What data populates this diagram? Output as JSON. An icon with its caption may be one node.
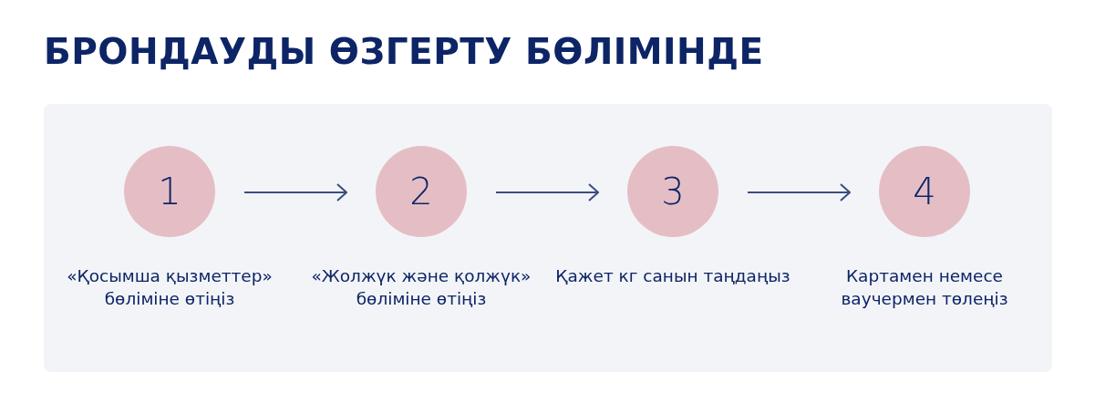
{
  "diagram": {
    "title": "БРОНДАУДЫ ӨЗГЕРТУ БӨЛІМІНДЕ",
    "nodes": [
      {
        "text": [],
        "shape": "box"
      },
      {
        "text": [
          "1"
        ],
        "in": 0,
        "beside": [
          "«Қосымша қызметтер» бөліміне өтіңіз"
        ]
      },
      {
        "text": [
          "2"
        ],
        "in": 0,
        "beside": [
          "«Жолжүк және қолжүк» бөліміне өтіңіз"
        ]
      },
      {
        "text": [
          "3"
        ],
        "in": 0,
        "beside": [
          "Қажет кг санын таңдаңыз"
        ]
      },
      {
        "text": [
          "4"
        ],
        "in": 0,
        "beside": [
          "Картамен немесе ваучермен төлеңіз"
        ]
      }
    ],
    "edges": [
      {
        "from": 1,
        "to": 2,
        "arrow": "to"
      },
      {
        "from": 2,
        "to": 3,
        "arrow": "to"
      },
      {
        "from": 3,
        "to": 4,
        "arrow": "to"
      }
    ]
  }
}
